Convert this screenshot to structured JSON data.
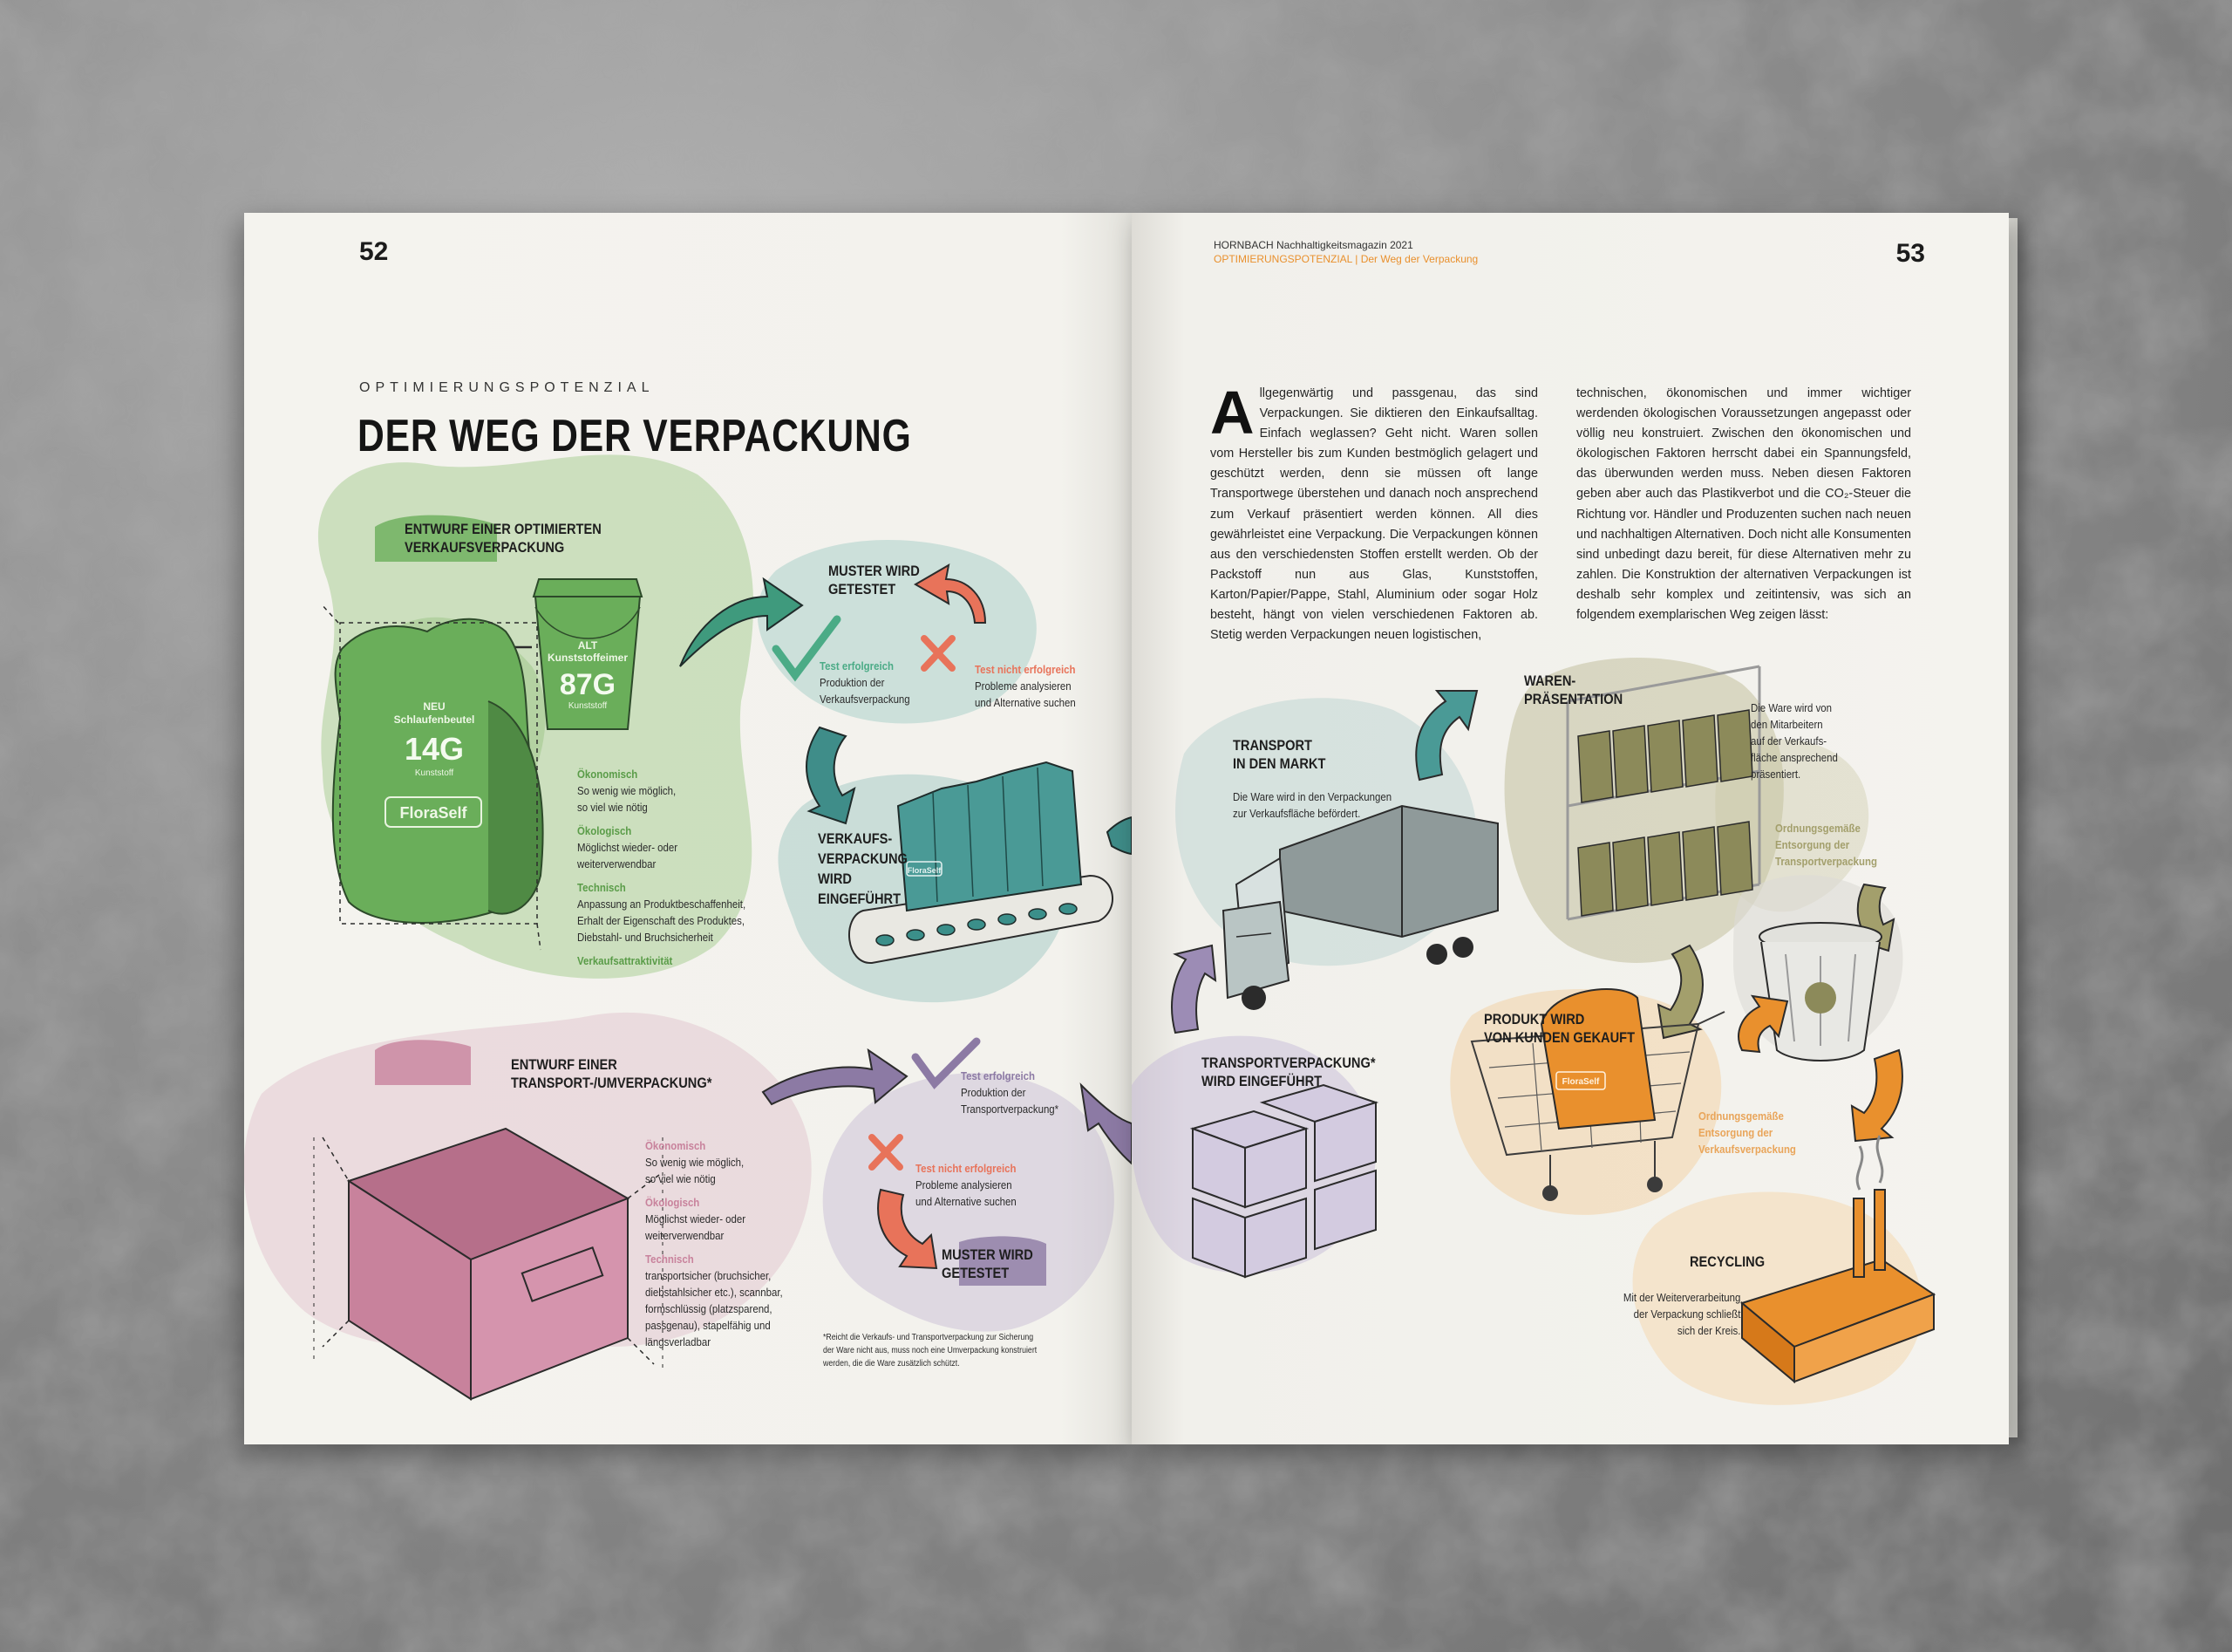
{
  "page_left": {
    "number": "52",
    "kicker": "OPTIMIERUNGSPOTENZIAL",
    "headline": "DER WEG DER VERPACKUNG",
    "sections": {
      "entwurf_verkauf": {
        "title": "ENTWURF EINER OPTIMIERTEN\nVERKAUFSVERPACKUNG",
        "bag": {
          "tag": "NEU",
          "name": "Schlaufenbeutel",
          "weight": "14G",
          "material": "Kunststoff",
          "brand": "FloraSelf"
        },
        "bucket": {
          "tag": "ALT",
          "name": "Kunststoffeimer",
          "weight": "87G",
          "material": "Kunststoff"
        },
        "criteria": [
          {
            "label": "Ökonomisch",
            "text": "So wenig wie möglich,\nso viel wie nötig"
          },
          {
            "label": "Ökologisch",
            "text": "Möglichst wieder- oder\nweiterverwendbar"
          },
          {
            "label": "Technisch",
            "text": "Anpassung an Produktbeschaffenheit,\nErhalt der Eigenschaft des Produktes,\nDiebstahl- und Bruchsicherheit"
          },
          {
            "label": "Verkaufsattraktivität",
            "text": ""
          }
        ]
      },
      "muster_verkauf": {
        "title": "MUSTER WIRD\nGETESTET",
        "success_label": "Test erfolgreich",
        "success_text": "Produktion der\nVerkaufsverpackung",
        "fail_label": "Test nicht erfolgreich",
        "fail_text": "Probleme analysieren\nund Alternative suchen"
      },
      "verkauf_eingefuehrt": {
        "title": "VERKAUFS-\nVERPACKUNG\nWIRD\nEINGEFÜHRT",
        "brand": "FloraSelf"
      },
      "entwurf_transport": {
        "title": "ENTWURF EINER\nTRANSPORT-/UMVERPACKUNG*",
        "criteria": [
          {
            "label": "Ökonomisch",
            "text": "So wenig wie möglich,\nso viel wie nötig"
          },
          {
            "label": "Ökologisch",
            "text": "Möglichst wieder- oder\nweiterverwendbar"
          },
          {
            "label": "Technisch",
            "text": "transportsicher (bruchsicher,\ndiebstahlsicher etc.), scannbar,\nformschlüssig (platzsparend,\npassgenau), stapelfähig und\nlängsverladbar"
          }
        ]
      },
      "muster_transport": {
        "title": "MUSTER WIRD\nGETESTET",
        "success_label": "Test erfolgreich",
        "success_text": "Produktion der\nTransportverpackung*",
        "fail_label": "Test nicht erfolgreich",
        "fail_text": "Probleme analysieren\nund Alternative suchen"
      },
      "footnote": "*Reicht die Verkaufs- und Transportverpackung zur Sicherung\nder Ware nicht aus, muss noch eine Umverpackung konstruiert\nwerden, die die Ware zusätzlich schützt."
    }
  },
  "page_right": {
    "number": "53",
    "running_head": "HORNBACH Nachhaltigkeitsmagazin 2021",
    "running_sub": "OPTIMIERUNGSPOTENZIAL | Der Weg der Verpackung",
    "dropcap": "A",
    "col1": "llgegenwärtig und passgenau, das sind Verpackungen. Sie diktieren den Einkaufsalltag. Einfach weglassen? Geht nicht. Waren sollen vom Hersteller bis zum Kunden bestmöglich gelagert und geschützt werden, denn sie müssen oft lange Transportwege überstehen und danach noch ansprechend zum Verkauf präsentiert werden können. All dies gewährleistet eine Verpackung. Die Verpackungen können aus den verschiedensten Stoffen erstellt werden. Ob der Packstoff nun aus Glas, Kunststoffen, Karton/Papier/Pappe, Stahl, Aluminium oder sogar Holz besteht, hängt von vielen verschiedenen Faktoren ab. Stetig werden Verpackungen neuen logistischen,",
    "col2": "technischen, ökonomischen und immer wichtiger werdenden ökologischen Voraussetzungen angepasst oder völlig neu konstruiert. Zwischen den ökonomischen und ökologischen Faktoren herrscht dabei ein Spannungsfeld, das überwunden werden muss. Neben diesen Faktoren geben aber auch das Plastikverbot und die CO₂-Steuer die Richtung vor. Händler und Produzenten suchen nach neuen und nachhaltigen Alternativen. Doch nicht alle Konsumenten sind unbedingt dazu bereit, für diese Alternativen mehr zu zahlen. Die Konstruktion der alternativen Verpackungen ist deshalb sehr komplex und zeitintensiv, was sich an folgendem exemplarischen Weg zeigen lässt:",
    "sections": {
      "transport_markt": {
        "title": "TRANSPORT\nIN DEN MARKT",
        "text": "Die Ware wird in den Verpackungen\nzur Verkaufsfläche befördert."
      },
      "waren": {
        "title": "WAREN-\nPRÄSENTATION",
        "text": "Die Ware wird von\nden Mitarbeitern\nauf der Verkaufs-\nfläche ansprechend\npräsentiert."
      },
      "entsorgung_transport": "Ordnungsgemäße\nEntsorgung der\nTransportverpackung",
      "transportverpackung": {
        "title": "TRANSPORTVERPACKUNG*\nWIRD EINGEFÜHRT"
      },
      "produkt_gekauft": {
        "title": "PRODUKT WIRD\nVON KUNDEN GEKAUFT"
      },
      "entsorgung_verkauf": "Ordnungsgemäße\nEntsorgung der\nVerkaufsverpackung",
      "recycling": {
        "title": "RECYCLING",
        "text": "Mit der Weiterverarbeitung\nder Verpackung schließt\nsich der Kreis."
      },
      "crate_brand": "FloraSelf"
    }
  },
  "colors": {
    "green": "#8cbf72",
    "teal": "#4a9a96",
    "purple": "#8c7aa4",
    "pink": "#c8829c",
    "olive": "#8c8a5a",
    "orange": "#e9902d",
    "red": "#e8735a"
  }
}
